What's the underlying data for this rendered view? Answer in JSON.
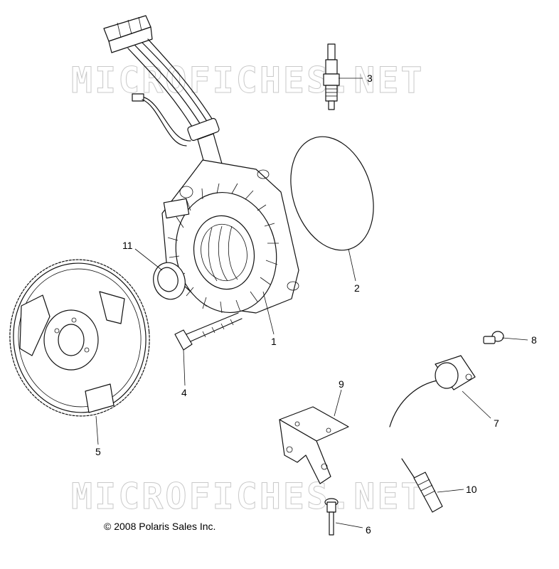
{
  "watermark": {
    "top": "MICROFICHES.NET",
    "bottom": "MICROFICHES.NET"
  },
  "copyright": "© 2008 Polaris Sales Inc.",
  "callouts": [
    {
      "id": "1",
      "label": "1"
    },
    {
      "id": "2",
      "label": "2"
    },
    {
      "id": "3",
      "label": "3"
    },
    {
      "id": "4",
      "label": "4"
    },
    {
      "id": "5",
      "label": "5"
    },
    {
      "id": "6",
      "label": "6"
    },
    {
      "id": "7",
      "label": "7"
    },
    {
      "id": "8",
      "label": "8"
    },
    {
      "id": "9",
      "label": "9"
    },
    {
      "id": "10",
      "label": "10"
    },
    {
      "id": "11",
      "label": "11"
    }
  ]
}
